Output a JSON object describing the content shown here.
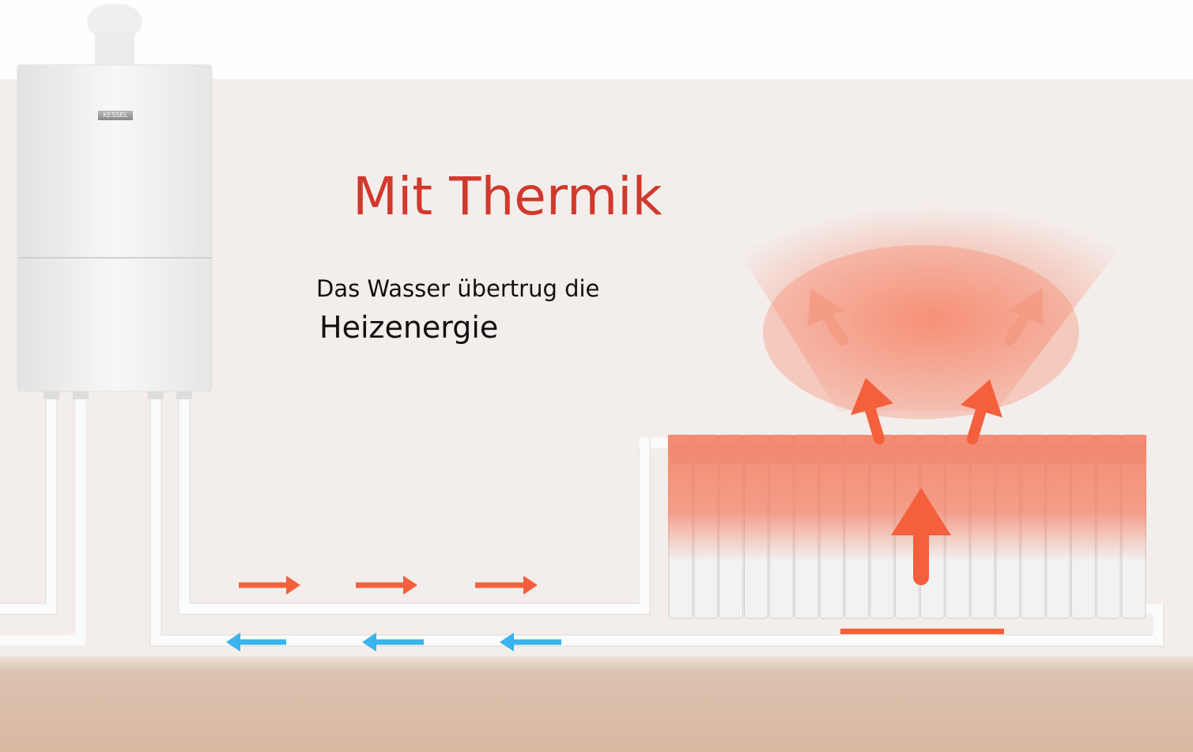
{
  "title": "Mit Thermik",
  "description_line1": "Das Wasser übertrug die",
  "description_line2": "Heizenergie",
  "boiler_label": "KESSEL",
  "colors": {
    "heat": "#f4603c",
    "cold": "#3ab4ef",
    "title": "#d0392b",
    "wall": "#f3eeec",
    "floor": "#dcc0ac"
  }
}
